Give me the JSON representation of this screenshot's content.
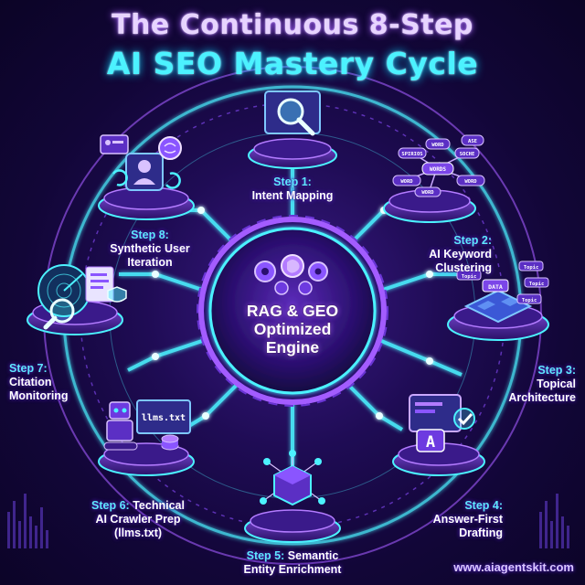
{
  "title": {
    "line1": "The Continuous 8-Step",
    "line2": "AI SEO Mastery Cycle"
  },
  "center": {
    "line1": "RAG & GEO",
    "line2": "Optimized",
    "line3": "Engine"
  },
  "steps": [
    {
      "number": "Step 1:",
      "line1": "Intent Mapping",
      "line2": ""
    },
    {
      "number": "Step 2:",
      "line1": "AI Keyword",
      "line2": "Clustering"
    },
    {
      "number": "Step 3:",
      "line1": "Topical",
      "line2": "Architecture"
    },
    {
      "number": "Step 4:",
      "line1": "Answer-First",
      "line2": "Drafting"
    },
    {
      "number": "Step 5:",
      "line1": "Semantic",
      "line2": "Entity Enrichment"
    },
    {
      "number": "Step 6:",
      "line1": "Technical",
      "line2": "AI Crawler Prep",
      "line3": "(llms.txt)"
    },
    {
      "number": "Step 7:",
      "line1": "Citation",
      "line2": "Monitoring"
    },
    {
      "number": "Step 8:",
      "line1": "Synthetic User",
      "line2": "Iteration"
    }
  ],
  "icons": {
    "step1": "magnifier-screen-icon",
    "step2": "keyword-cluster-icon",
    "step2_words": [
      "WORD",
      "WORD",
      "WORDS",
      "SOCHE",
      "SPIRIOS",
      "WORD",
      "WORD",
      "ASE"
    ],
    "step3": "topic-architecture-icon",
    "step3_words": [
      "Topic",
      "Topic",
      "Topic",
      "Topic",
      "DATA"
    ],
    "step4": "answer-draft-icon",
    "step4_letter": "A",
    "step5": "entity-cube-icon",
    "step6": "crawler-robot-icon",
    "step6_file": "llms.txt",
    "step7": "radar-monitor-icon",
    "step8": "user-brain-cycle-icon",
    "center": "gears-brain-icon"
  },
  "website": "www.aiagentskit.com",
  "colors": {
    "cyan": "#4cf2ff",
    "purple": "#a35cff",
    "background": "#120638"
  }
}
